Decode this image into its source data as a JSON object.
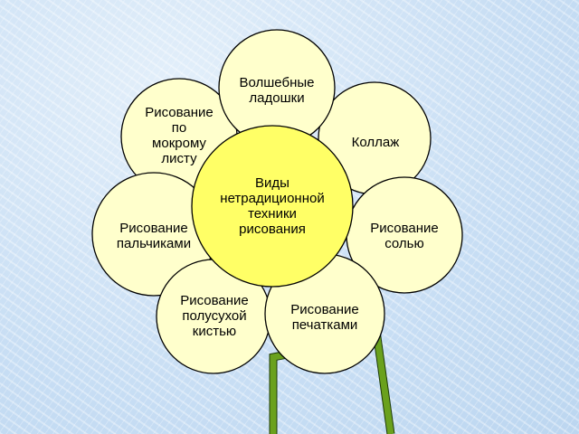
{
  "diagram": {
    "center_label": "Виды\nнетрадиционной\nтехники\nрисования",
    "petals": [
      {
        "id": "magic-palms",
        "label": "Волшебные\nладошки"
      },
      {
        "id": "collage",
        "label": "Коллаж"
      },
      {
        "id": "salt",
        "label": "Рисование\nсолью"
      },
      {
        "id": "stamps",
        "label": "Рисование\nпечатками"
      },
      {
        "id": "dry-brush",
        "label": "Рисование\nполусухой\nкистью"
      },
      {
        "id": "fingers",
        "label": "Рисование\nпальчиками"
      },
      {
        "id": "wet-paper",
        "label": "Рисование\nпо\nмокрому\nлисту"
      }
    ],
    "colors": {
      "petal_fill": "#ffffcc",
      "center_fill": "#ffff66",
      "stem": "#6aa11d",
      "background": "#cfe3f7"
    }
  }
}
